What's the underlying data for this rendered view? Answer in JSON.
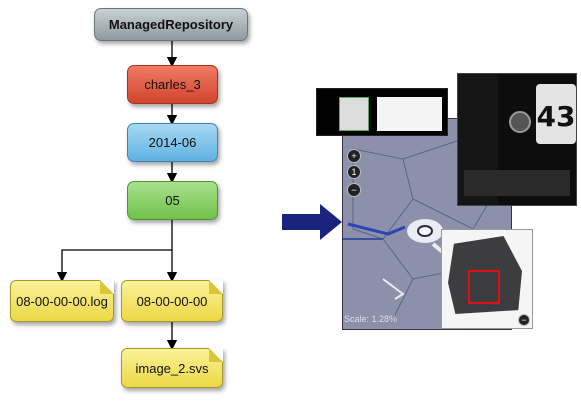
{
  "tree": {
    "root": "ManagedRepository",
    "user": "charles_3",
    "month": "2014-06",
    "day": "05",
    "log_file": "08-00-00-00.log",
    "folder": "08-00-00-00",
    "image_file": "image_2.svs"
  },
  "viewer": {
    "scale_label": "Scale: 1.28%",
    "label_text": "43"
  },
  "colors": {
    "root": "#a7b1b5",
    "user": "#e0583f",
    "month": "#7fc4ea",
    "day": "#8ad066",
    "file": "#f2e25a",
    "arrow": "#1a237e"
  }
}
